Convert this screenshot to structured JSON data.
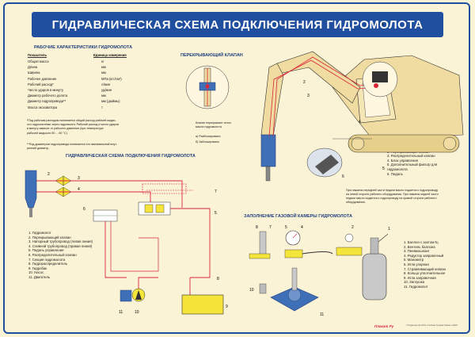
{
  "title": "ГИДРАВЛИЧЕСКАЯ СХЕМА ПОДКЛЮЧЕНИЯ ГИДРОМОЛОТА",
  "spec": {
    "heading": "РАБОЧИЕ ХАРАКТЕРИСТИКИ ГИДРОМОЛОТА",
    "col1": "Показатель",
    "col2": "Единица измерения",
    "rows": [
      {
        "name": "Общая масса",
        "unit": "кг"
      },
      {
        "name": "Длина",
        "unit": "мм"
      },
      {
        "name": "Ширина",
        "unit": "мм"
      },
      {
        "name": "Рабочее давление",
        "unit": "МПа (кгс/см²)"
      },
      {
        "name": "Рабочий расход*",
        "unit": "л/мин"
      },
      {
        "name": "Число ударов в минуту",
        "unit": "уд/мин"
      },
      {
        "name": "Диаметр рабочего долота",
        "unit": "мм"
      },
      {
        "name": "Диаметр гидропривода**",
        "unit": "мм (дюймы)"
      },
      {
        "name": "Масса экскаватора",
        "unit": "т"
      }
    ],
    "note1": [
      "*Под рабочим расходом понимается общий расход рабочей жидко-",
      "сти гидросистемы через гидромолот. Рабочий расход и число ударов",
      "в минуту зависят от рабочего давления (при температуре",
      "рабочей жидкости 50 ... 60 °С)."
    ],
    "note2": [
      "**Под диаметром гидропривода понимается его минимальный внут-",
      "ренний диаметр."
    ]
  },
  "shutoff": {
    "heading": "ПЕРЕКРЫВАЮЩИЙ КЛАПАН",
    "caption": [
      "Клапан перекрывает поток",
      "масла гидромолота"
    ],
    "a": "а) Разблокировано",
    "b": "б) Заблокировано"
  },
  "excavator_legend": [
    "1. Переключающий клапан",
    "2. Перекрывающий клапан",
    "3. Распределительный клапан",
    "4. Блок управления",
    "5. Дополнительный фильтр для",
    "    гидромолота",
    "6. Педаль"
  ],
  "pedal_note": [
    "При нажатии передней части педали масло подается к гидропроводу",
    "на левой стороне рабочего оборудования. При нажатии задней части",
    "педали масло подается к гидропроводу на правой стороне рабочего",
    "оборудования."
  ],
  "scheme": {
    "heading": "ГИДРАВЛИЧЕСКАЯ СХЕМА ПОДКЛЮЧЕНИЯ ГИДРОМОЛОТА",
    "legend": [
      "1. Гидромолот",
      "2. Перекрывающий клапан",
      "3. Напорный трубопровод (левая линия)",
      "4. Сливной трубопровод (правая линия)",
      "5. Педаль управления",
      "6. Распределительный клапан",
      "7. Секция гидромолота",
      "8. Гидрораспределитель",
      "9. Гидробак",
      "10. Насос",
      "11. Двигатель"
    ]
  },
  "gas": {
    "heading": "ЗАПОЛНЕНИЕ ГАЗОВОЙ КАМЕРЫ ГИДРОМОЛОТА",
    "legend": [
      "1. Баллон с азотом N₂",
      "2. Вентиль баллона",
      "3. Пневмошланг",
      "4. Редуктор заправочный",
      "5. Манометр",
      "6. Игла упорная",
      "7. Стравливающий клапан",
      "8. Кольцо уплотнительное",
      "9. Игла заправочная",
      "10. Заглушка",
      "11. Гидромолот"
    ]
  },
  "footer": {
    "publisher": "Плакат Ру",
    "small": "© Издательство ООО «Учебная Техника Плакат» 2018 г."
  },
  "colors": {
    "accent": "#1f4f9e",
    "bg": "#fbf3d5",
    "hydraulic": "#d9263a",
    "machine": "#f0dca0",
    "tank": "#f5e43a"
  }
}
